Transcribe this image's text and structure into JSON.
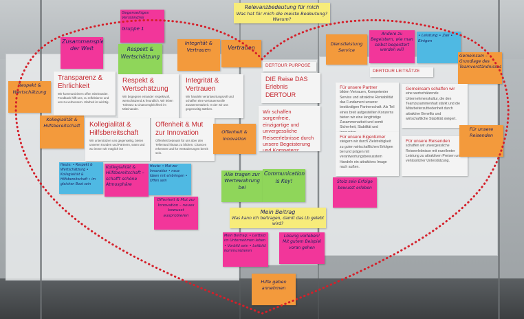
{
  "notes": {
    "relevanz_heading": "Relevanzbedeutung für mich",
    "relevanz_question": "Was hat für mich die meiste Bedeutung? Warum?",
    "top_pink_a": "Gegenseitiges Verständnis",
    "top_pink_b": "Gruppe 1",
    "zusammenspiel": "Zusammenspiel der Welt",
    "respekt_wertschaetzung": "Respekt & Wertschätzung",
    "integritaet_vertrauen": "Integrität & Vertrauen",
    "vertrauen": "Vertrauen",
    "dienstleistung": "Dienstleistung Service",
    "andere": "Andere zu Begeistern, wie man selbst begeistert werden will",
    "blue_top": "• Leistung • Ziel • Einigen",
    "gemeinsam": "Gemeinsam – Grundlage des Teamverständnisses",
    "respekt_left": "Respekt & Wertschätzung",
    "kollegialitaet_left": "Kollegialität & Hilfsbereitschaft",
    "offenheit_note": "Offenheit & Innovation",
    "fuer_unsere_reisenden": "Für unsere Reisenden",
    "blue_mid_left": "Heute: • Respekt & Wertschätzung • Kollegialität & Hilfsbereitschaft • im gleichen Boot sein",
    "pink_kollegialitaet": "Kollegialität & Hilfsbereitschaft – schafft schöne Atmosphäre",
    "blue_mid_right": "Heute: • Mut zur Innovation • neue Ideen mit einbringen • Offen sein",
    "pink_offenheit": "Offenheit & Mut zur Innovation – neues bewusst ausprobieren",
    "green_alle": "Alle tragen zur Wertewahrung bei",
    "green_communication": "Communication is Key!",
    "stolz": "Stolz sein Erfolge bewusst erleben",
    "mein_beitrag": "Mein Beitrag",
    "mein_beitrag_question": "Was kann ich beitragen, damit das Lb gelebt wird?",
    "pink_beitrag": "Mein Beitrag: • Leitbild im Unternehmen leben • Vorbild sein • Leitbild kommunizieren",
    "pink_loesung": "Lösung vorleben! Mit gutem Beispiel voran gehen",
    "orange_hilfe": "Hilfe geben annehmen",
    "dertour_purpose_label": "DERTOUR PURPOSE",
    "dertour_leitsaetze_label": "DERTOUR LEITSÄTZE"
  },
  "papers": {
    "transparenz": {
      "title": "Transparenz & Ehrlichkeit",
      "body": "Wir kommunizieren offen miteinander. Feedback hilft uns, zu reflektieren und uns zu verbessern. Klarheit ist wichtig."
    },
    "respekt": {
      "title": "Respekt & Wertschätzung",
      "body": "Wir begegnen einander respektvoll, wertschätzend & freundlich. Wir leben Toleranz & Chancengleichheit im Miteinander."
    },
    "integritaet": {
      "title": "Integrität & Vertrauen",
      "body": "Wir handeln verantwortungsvoll und schaffen eine vertrauensvolle Zusammenarbeit. In der wir uns gegenseitig stärken."
    },
    "kollegialitaet": {
      "title": "Kollegialität & Hilfsbereitschaft",
      "body": "Wir unterstützen uns gegenseitig, bieten unseren Kunden und Partnern, wann und wo immer wir möglich ist!"
    },
    "offenheit": {
      "title": "Offenheit & Mut zur Innovation",
      "body": "Offenheit bedeutet für uns über den Tellerrand hinaus zu blicken. Chancen erkennen und für Veränderungen bereit sein."
    },
    "purpose": {
      "title": "DIE Reise DAS Erlebnis DERTOUR",
      "body": ""
    },
    "sorgenfrei": {
      "title": "Wir schaffen sorgenfreie, einzigartige und unvergessliche Reiseerlebnisse durch unsere Begeisterung und Kompetenz.",
      "body": ""
    },
    "partner": {
      "title": "Für unsere Partner",
      "body": "bilden Vertrauen, Kompetenter Service und attraktive Rentabilität das Fundament unserer beständigen Partnerschaft. Als Teil eines breit aufgestellten Konzerns bieten wir eine langfristige Zusammenarbeit und somit Sicherheit, Stabilität und Innovation."
    },
    "gemeinsam": {
      "title": "Gemeinsam schaffen wir",
      "body": "eine wertschätzende Unternehmenskultur, die den Teamzusammenhalt stärkt und die Mitarbeiterzufriedenheit durch attraktive Benefits und wirtschaftliche Stabilität steigert."
    },
    "eigentuemer": {
      "title": "Für unsere Eigentümer",
      "body": "steigern wir durch Zielstrebigkeit zu guten wirtschaftlichen Erfolgen bei und prägen mit verantwortungsbewusstem Handeln ein attraktives Image nach außen."
    },
    "reisenden": {
      "title": "Für unsere Reisenden",
      "body": "schaffen wir unvergessliche Reiseerlebnisse mit exzellenter Leistung zu attraktiven Preisen und verlässlicher Unterstützung."
    }
  },
  "colors": {
    "note_pink": "#f2369a",
    "note_orange": "#f39a3c",
    "note_yellow": "#f7ec7a",
    "note_green": "#8fd65a",
    "note_blue": "#4fb9e3",
    "heading_red": "#c5262e",
    "heart_red": "#d4202a",
    "marker_ink": "#1c1f60"
  }
}
